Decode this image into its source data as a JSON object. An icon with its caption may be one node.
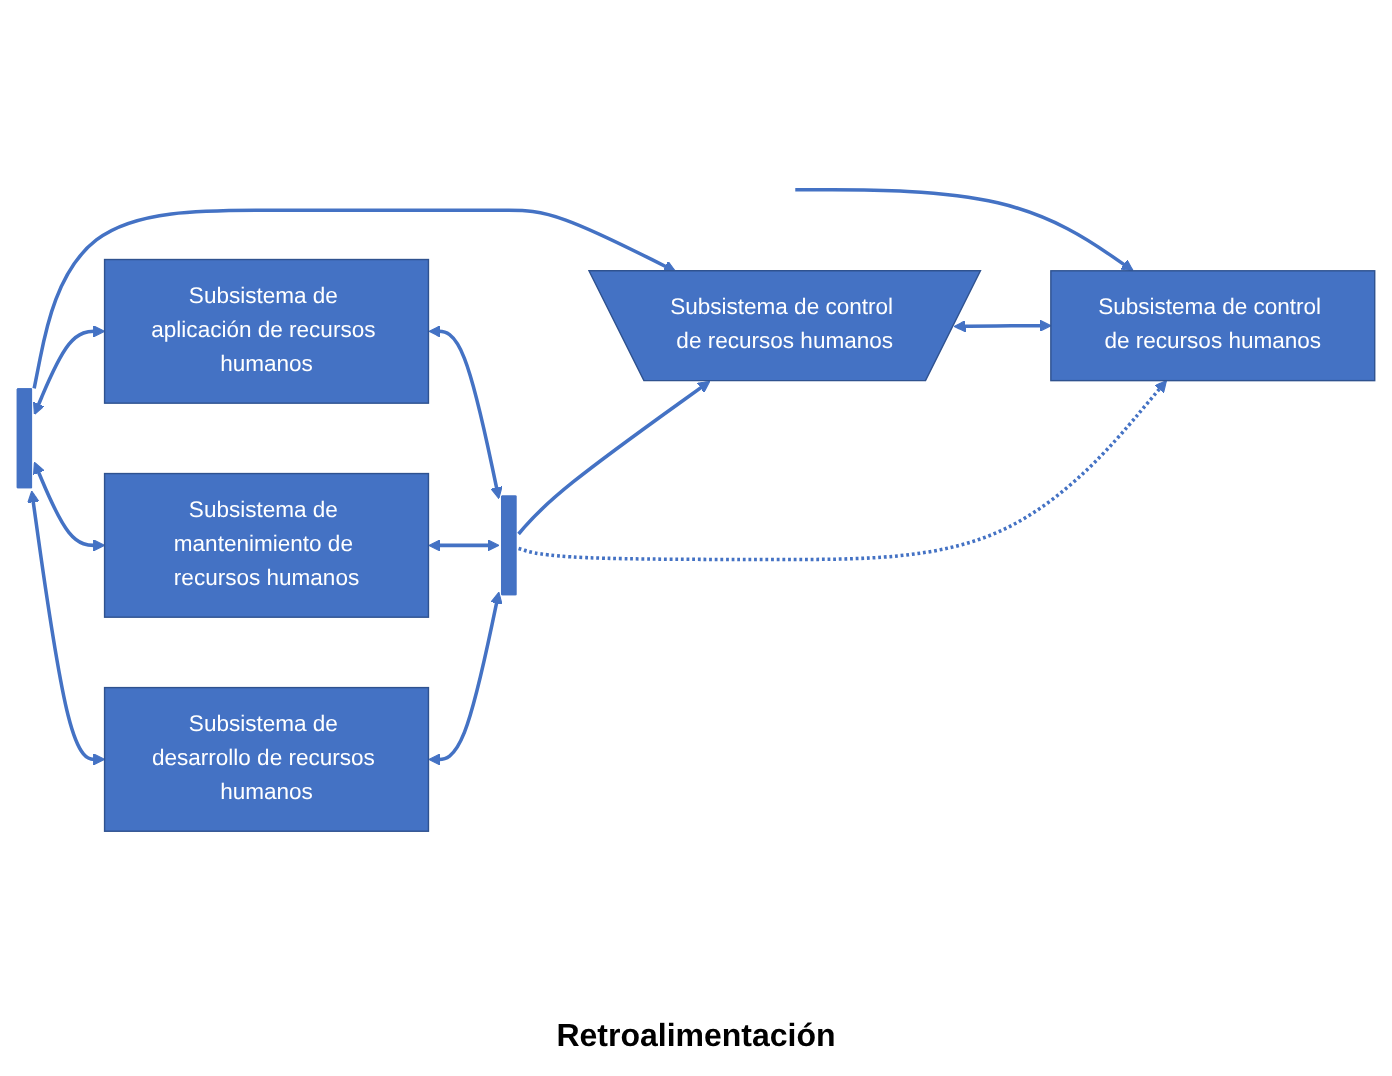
{
  "diagram": {
    "nodes": [
      {
        "text": [
          "Subsistema de control de recursos humanos"
        ]
      },
      {
        "text": [
          "Subsistema de control de recursos humanos"
        ]
      },
      {
        "text": [
          "Subsistema de aplicación de recursos humanos"
        ]
      },
      {
        "text": [
          "Subsistema de mantenimiento de recursos humanos"
        ]
      },
      {
        "text": [
          "Subsistema de desarrollo de recursos humanos"
        ]
      },
      {
        "text": [],
        "shape": "bar"
      },
      {
        "text": [],
        "shape": "bar"
      }
    ],
    "edges": [
      {
        "from": null,
        "to": 0,
        "arrow": "to"
      },
      {
        "from": 1,
        "to": 0,
        "arrow": "both"
      },
      {
        "from": 5,
        "to": 2,
        "arrow": "both"
      },
      {
        "from": 5,
        "to": 3,
        "arrow": "both"
      },
      {
        "from": 5,
        "to": 4,
        "arrow": "both"
      },
      {
        "from": 5,
        "to": 1,
        "arrow": "to"
      },
      {
        "from": 2,
        "to": 6,
        "arrow": "both"
      },
      {
        "from": 3,
        "to": 6,
        "arrow": "both"
      },
      {
        "from": 4,
        "to": 6,
        "arrow": "both"
      },
      {
        "from": 6,
        "to": 0,
        "arrow": "to",
        "style": "dashed"
      },
      {
        "from": 6,
        "to": 1,
        "arrow": "to"
      }
    ],
    "labels": [
      "Retroalimentación"
    ]
  }
}
